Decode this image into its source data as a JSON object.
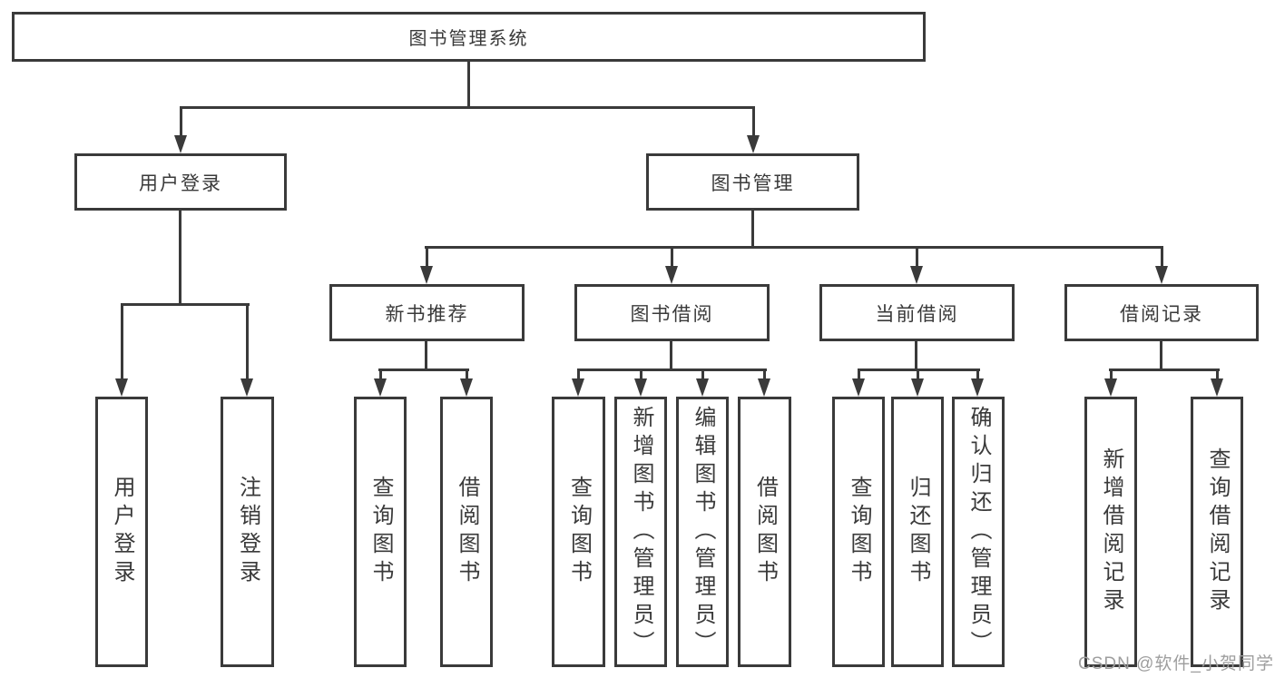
{
  "diagram": {
    "root": {
      "label": "图书管理系统"
    },
    "branches": [
      {
        "label": "用户登录",
        "children": [
          "用户登录",
          "注销登录"
        ]
      },
      {
        "label": "图书管理",
        "groups": [
          {
            "label": "新书推荐",
            "children": [
              "查询图书",
              "借阅图书"
            ]
          },
          {
            "label": "图书借阅",
            "children": [
              "查询图书",
              "新增图书（管理员）",
              "编辑图书（管理员）",
              "借阅图书"
            ]
          },
          {
            "label": "当前借阅",
            "children": [
              "查询图书",
              "归还图书",
              "确认归还（管理员）"
            ]
          },
          {
            "label": "借阅记录",
            "children": [
              "新增借阅记录",
              "查询借阅记录"
            ]
          }
        ]
      }
    ]
  },
  "watermark": "CSDN @软件_小贺同学",
  "colors": {
    "line": "#3a3a3a",
    "text": "#3a3a3a",
    "watermark": "#9e9e9e",
    "background": "#ffffff"
  }
}
